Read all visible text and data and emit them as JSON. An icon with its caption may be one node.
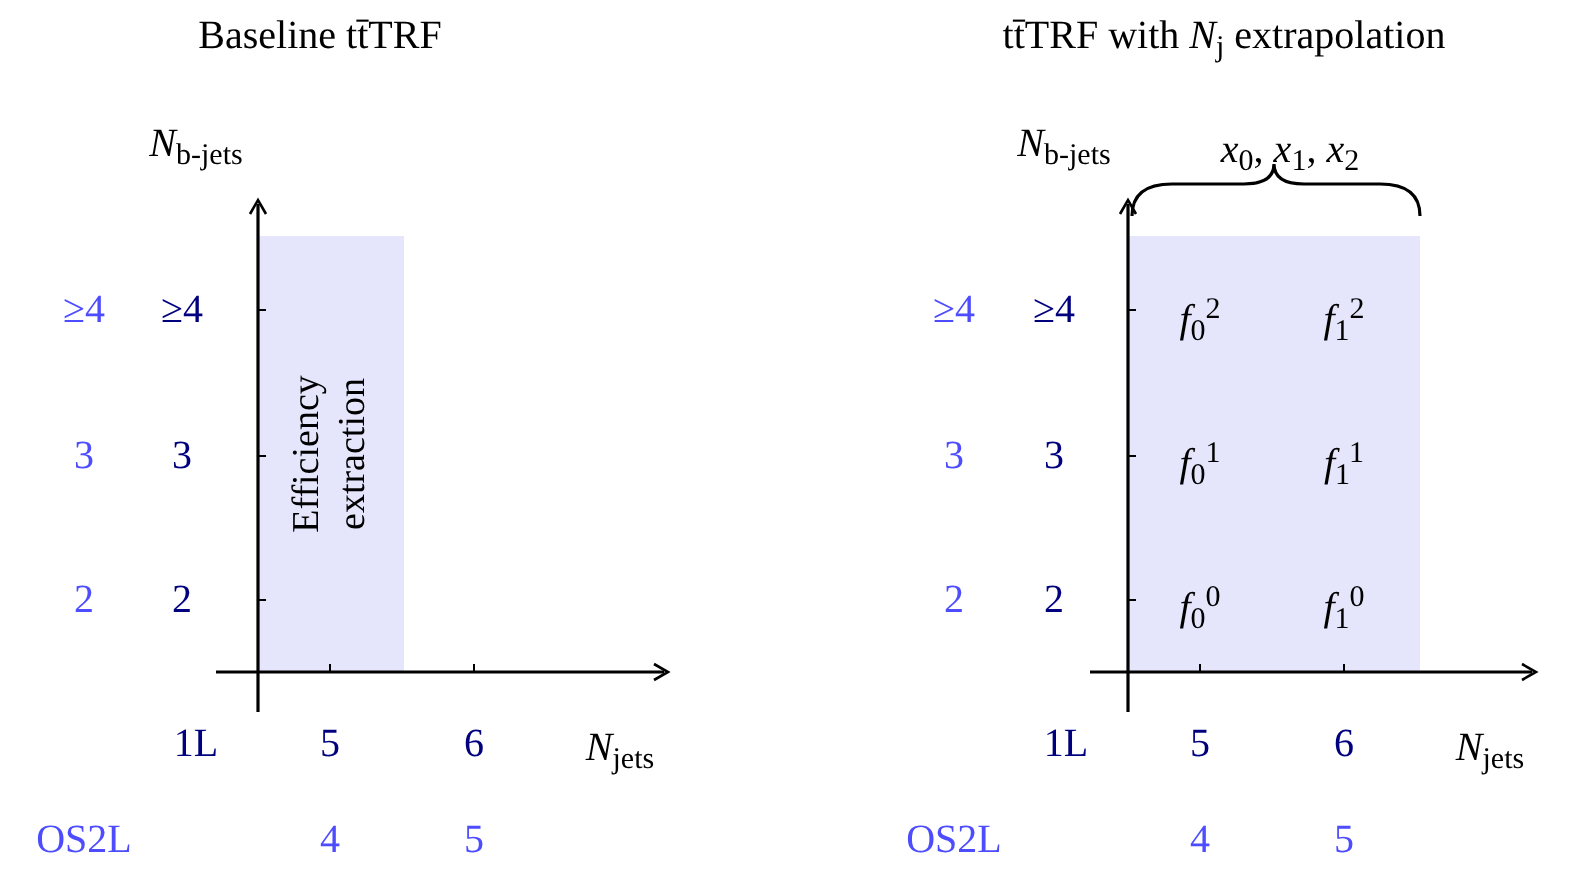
{
  "diagram": {
    "nodes": [
      {
        "text": [
          "Efficiency extraction"
        ]
      },
      {
        "text": [
          "*f*$_{0}$$^{2}$",
          "*f*$_{1}$$^{2}$",
          "*f*$_{0}$$^{1}$",
          "*f*$_{1}$$^{1}$",
          "*f*$_{0}$$^{0}$",
          "*f*$_{1}$$^{0}$"
        ]
      }
    ],
    "labels": [
      "Baseline tt̄TRF",
      "tt̄TRF with *N*$_{j}$ extrapolation",
      "*N*$_{b-jets}$",
      "*N*$_{b-jets}$",
      "*x*$_{0}$, *x*$_{1}$, *x*$_{2}$",
      "≥4",
      "≥4",
      "3",
      "3",
      "2",
      "2",
      "≥4",
      "≥4",
      "3",
      "3",
      "2",
      "2",
      "1L",
      "5",
      "6",
      "*N*$_{jets}$",
      "1L",
      "5",
      "6",
      "*N*$_{jets}$",
      "OS2L",
      "4",
      "5",
      "OS2L",
      "4",
      "5"
    ]
  }
}
